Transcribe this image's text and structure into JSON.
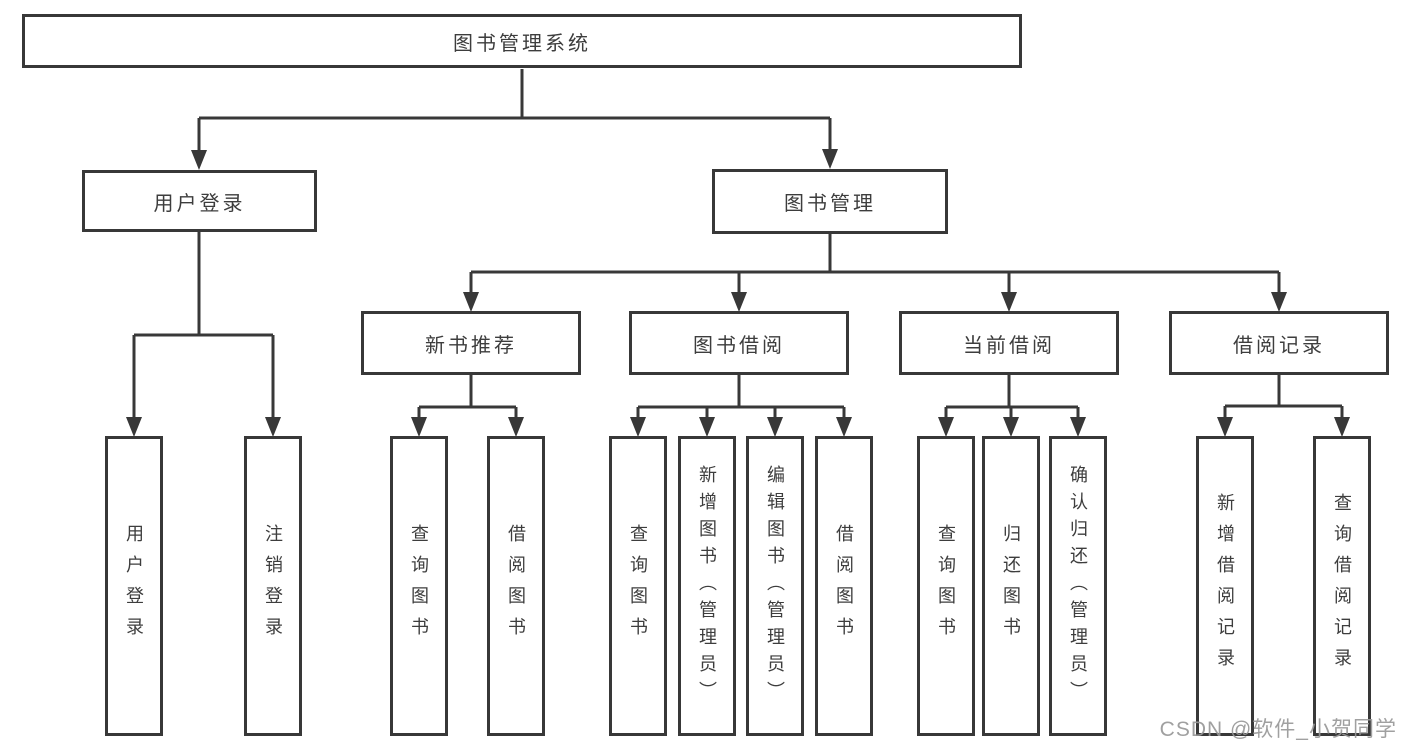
{
  "diagram": {
    "root": {
      "label": "图书管理系统",
      "children": [
        {
          "label": "用户登录",
          "children": [
            {
              "label": "用户登录"
            },
            {
              "label": "注销登录"
            }
          ]
        },
        {
          "label": "图书管理",
          "children": [
            {
              "label": "新书推荐",
              "children": [
                {
                  "label": "查询图书"
                },
                {
                  "label": "借阅图书"
                }
              ]
            },
            {
              "label": "图书借阅",
              "children": [
                {
                  "label": "查询图书"
                },
                {
                  "label": "新增图书（管理员）"
                },
                {
                  "label": "编辑图书（管理员）"
                },
                {
                  "label": "借阅图书"
                }
              ]
            },
            {
              "label": "当前借阅",
              "children": [
                {
                  "label": "查询图书"
                },
                {
                  "label": "归还图书"
                },
                {
                  "label": "确认归还（管理员）"
                }
              ]
            },
            {
              "label": "借阅记录",
              "children": [
                {
                  "label": "新增借阅记录"
                },
                {
                  "label": "查询借阅记录"
                }
              ]
            }
          ]
        }
      ]
    }
  },
  "watermark": {
    "text": "CSDN @软件_小贺同学"
  },
  "colors": {
    "line": "#383838",
    "text": "#3d3d3d",
    "box_background": "#ffffff",
    "watermark": "#989898",
    "background": "#ffffff"
  }
}
